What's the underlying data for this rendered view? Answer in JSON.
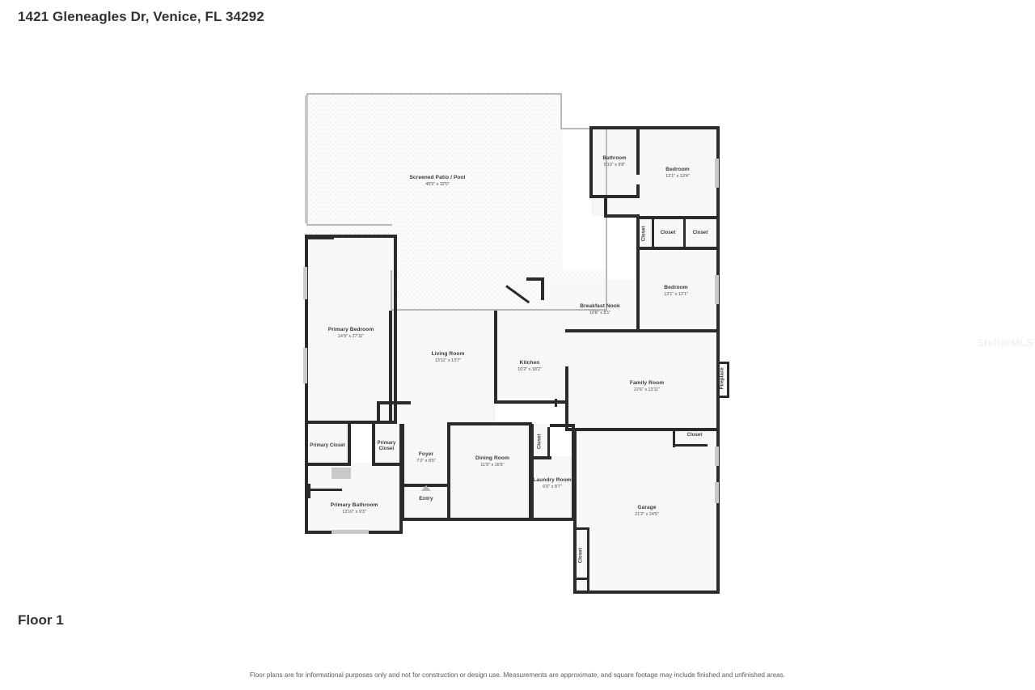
{
  "header": {
    "title": "1421 Gleneagles Dr, Venice, FL 34292"
  },
  "floor": {
    "label": "Floor 1"
  },
  "footer": {
    "disclaimer": "Floor plans are for informational purposes only and not for construction or design use. Measurements are approximate, and square footage may include finished and unfinished areas."
  },
  "watermark": {
    "text": "StellarMLS"
  },
  "entry": {
    "label": "Entry",
    "icon": "triangle-up-icon"
  },
  "rooms": [
    {
      "name": "Screened Patio / Pool",
      "dimensions": "45'5\" x 32'0\""
    },
    {
      "name": "Bathroom",
      "dimensions": "5'10\" x 9'8\""
    },
    {
      "name": "Bedroom",
      "dimensions": "12'1\" x 13'4\""
    },
    {
      "name": "Closet",
      "dimensions": ""
    },
    {
      "name": "Closet",
      "dimensions": ""
    },
    {
      "name": "Closet",
      "dimensions": ""
    },
    {
      "name": "Bedroom",
      "dimensions": "12'1\" x 12'1\""
    },
    {
      "name": "Breakfast Nook",
      "dimensions": "10'8\" x 8'1\""
    },
    {
      "name": "Primary Bedroom",
      "dimensions": "14'9\" x 27'11\""
    },
    {
      "name": "Living Room",
      "dimensions": "13'11\" x 13'7\""
    },
    {
      "name": "Kitchen",
      "dimensions": "10'2\" x 18'2\""
    },
    {
      "name": "Family Room",
      "dimensions": "22'6\" x 13'11\""
    },
    {
      "name": "Fireplace",
      "dimensions": ""
    },
    {
      "name": "Primary Closet",
      "dimensions": ""
    },
    {
      "name": "Primary Closet",
      "dimensions": ""
    },
    {
      "name": "Foyer",
      "dimensions": "7'2\" x 8'5\""
    },
    {
      "name": "Dining Room",
      "dimensions": "11'9\" x 16'5\""
    },
    {
      "name": "Closet",
      "dimensions": ""
    },
    {
      "name": "Laundry Room",
      "dimensions": "6'0\" x 8'7\""
    },
    {
      "name": "Closet",
      "dimensions": ""
    },
    {
      "name": "Primary Bathroom",
      "dimensions": "13'10\" x 9'3\""
    },
    {
      "name": "Garage",
      "dimensions": "21'2\" x 24'5\""
    },
    {
      "name": "Closet",
      "dimensions": ""
    }
  ]
}
